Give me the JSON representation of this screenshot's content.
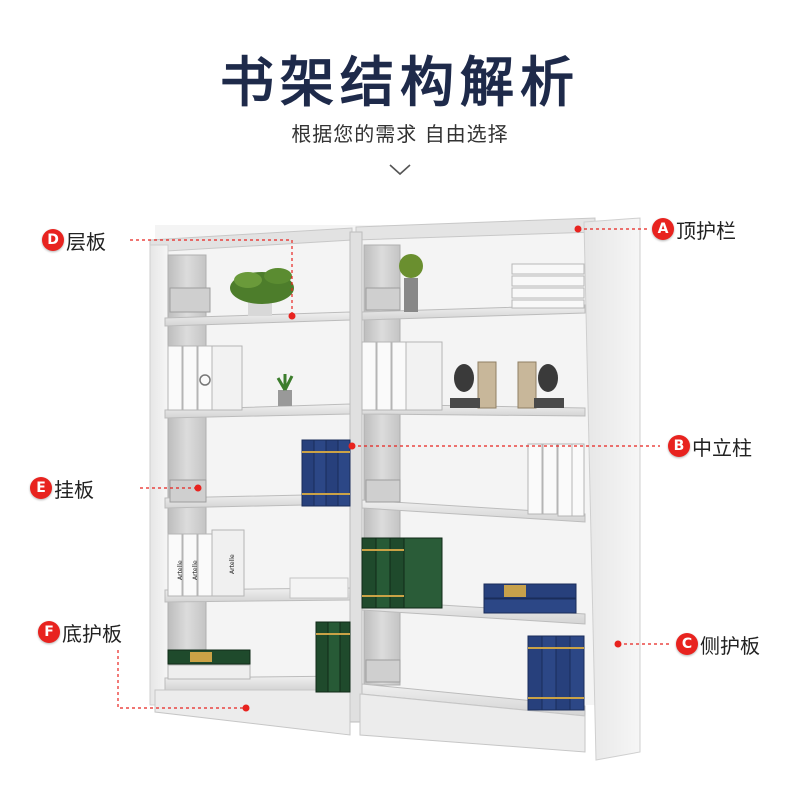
{
  "title": "书架结构解析",
  "subtitle": "根据您的需求 自由选择",
  "accent_color": "#e8231f",
  "title_color": "#1e2a4a",
  "callouts": {
    "a": {
      "letter": "A",
      "label": "顶护栏"
    },
    "b": {
      "letter": "B",
      "label": "中立柱"
    },
    "c": {
      "letter": "C",
      "label": "侧护板"
    },
    "d": {
      "letter": "D",
      "label": "层板"
    },
    "e": {
      "letter": "E",
      "label": "挂板"
    },
    "f": {
      "letter": "F",
      "label": "底护板"
    }
  },
  "book_spine_texts": {
    "spine_1": "Artelle",
    "spine_2": "Artelle",
    "box_label": "Artelle"
  }
}
